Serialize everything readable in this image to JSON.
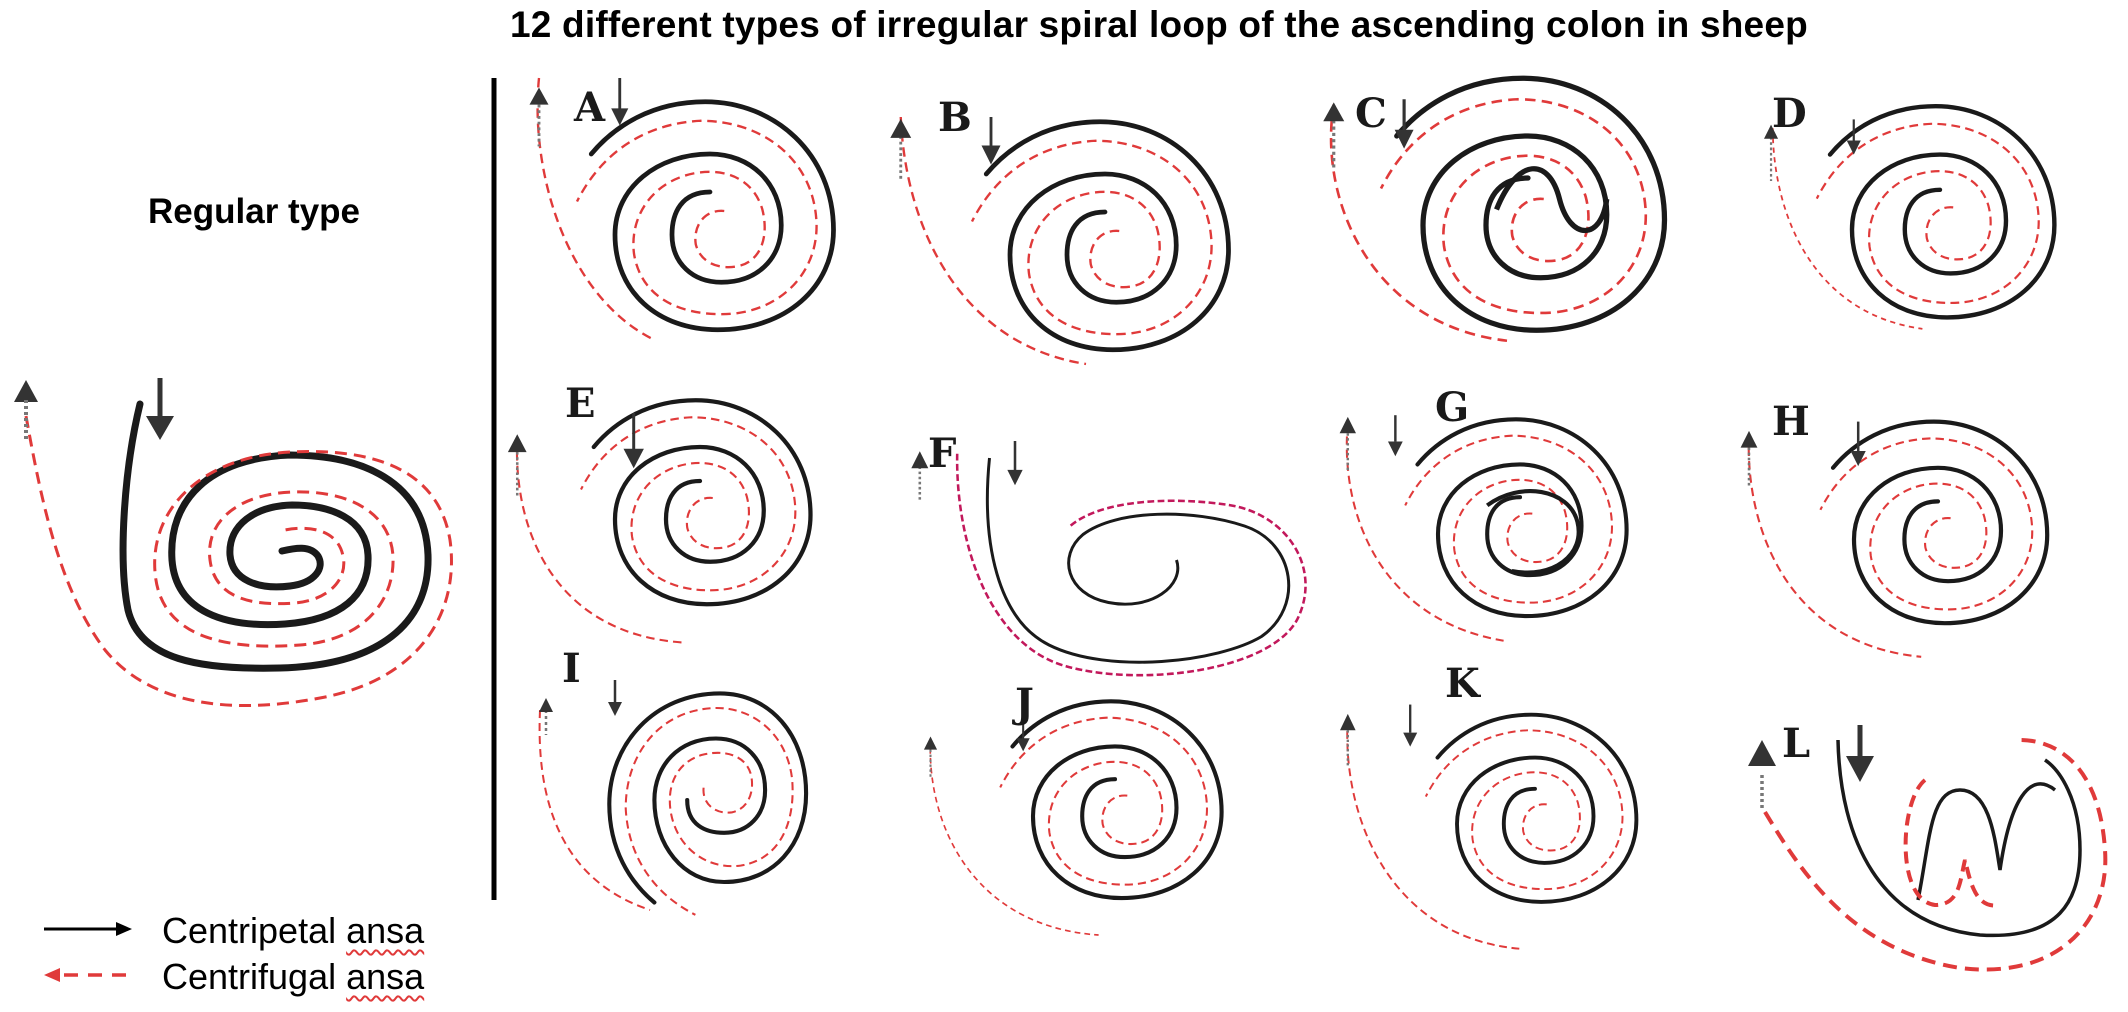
{
  "title": "12 different types of irregular spiral loop of the ascending colon in sheep",
  "regular_label": "Regular type",
  "legend": [
    {
      "label_main": "Centripetal ",
      "label_word": "ansa",
      "line_color": "#000000",
      "style": "solid"
    },
    {
      "label_main": "Centrifugal ",
      "label_word": "ansa",
      "line_color": "#e03a3a",
      "style": "dashed"
    }
  ],
  "panels": [
    "A",
    "B",
    "C",
    "D",
    "E",
    "F",
    "G",
    "H",
    "I",
    "J",
    "K",
    "L"
  ],
  "colors": {
    "centripetal": "#1a1a1a",
    "centrifugal": "#e03a3a",
    "arrow": "#333333",
    "magenta": "#c2185b"
  }
}
